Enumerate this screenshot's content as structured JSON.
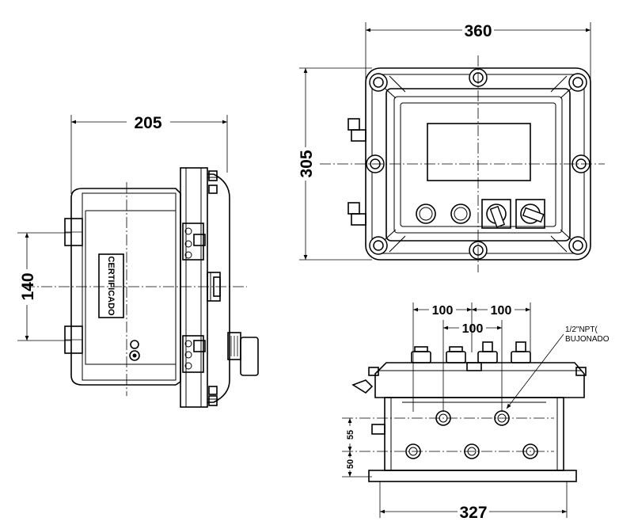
{
  "side_view": {
    "width_dim": "205",
    "height_dim": "140",
    "label_text": "CERTIFICADO"
  },
  "front_view": {
    "width_dim": "360",
    "height_dim": "305"
  },
  "bottom_view": {
    "spacing_top_left": "100",
    "spacing_top_right": "100",
    "spacing_middle": "100",
    "base_dim": "327",
    "vert_dim_upper": "55",
    "vert_dim_lower": "50",
    "note_line1": "1/2\"NPT(",
    "note_line2": "BUJONADO"
  }
}
